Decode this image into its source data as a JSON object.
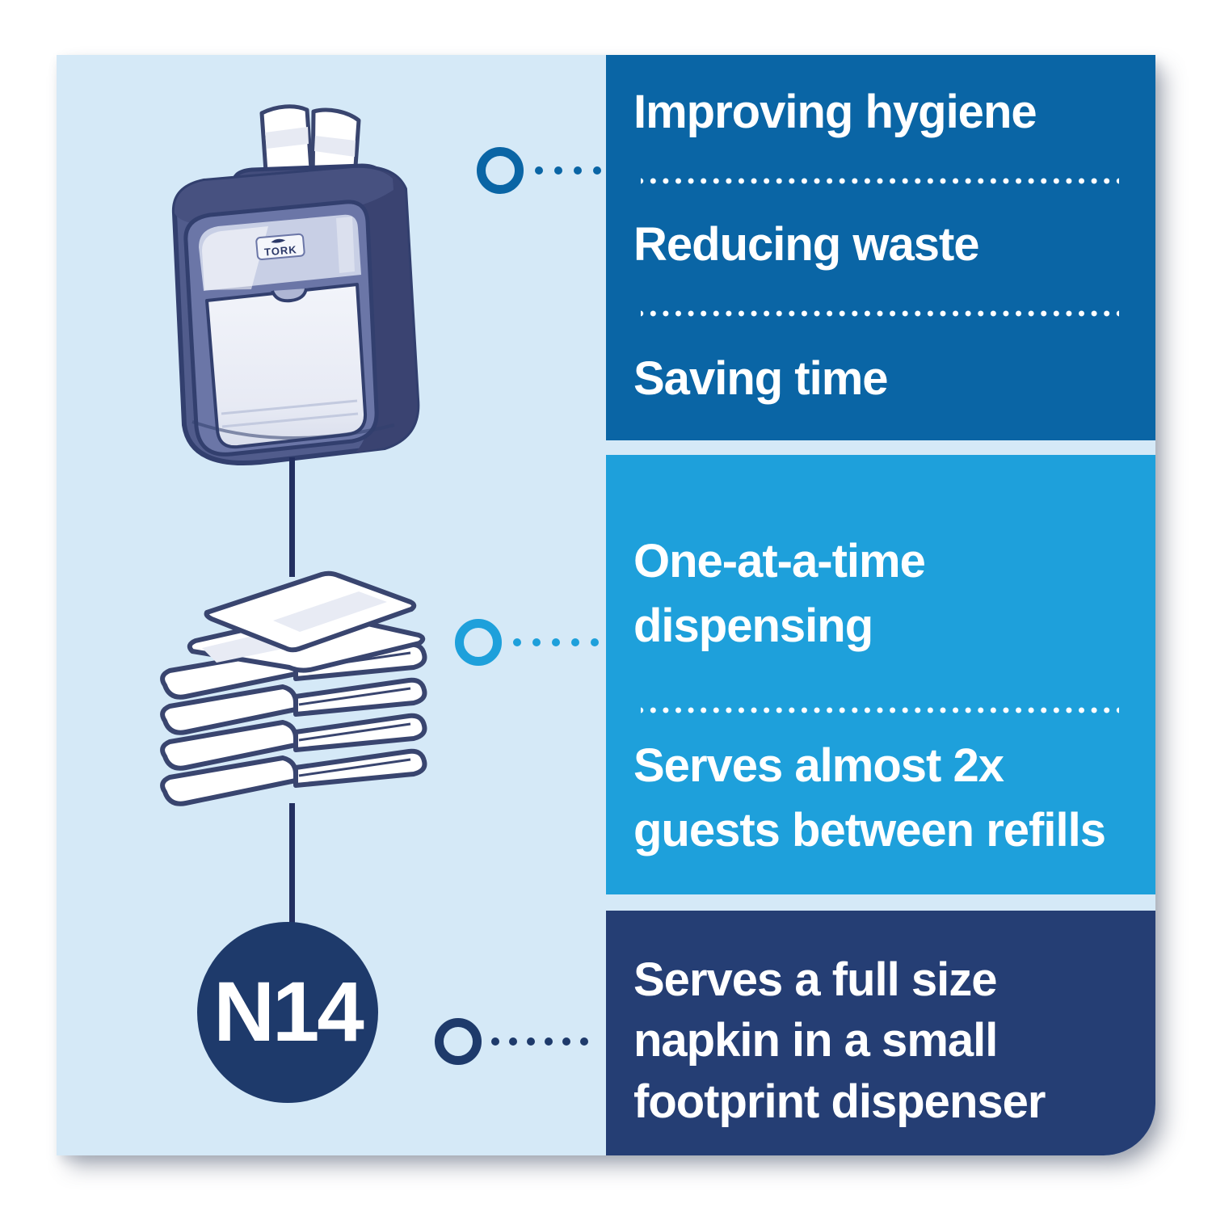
{
  "colors": {
    "page_background": "#FFFFFF",
    "card_background": "#D5E9F7",
    "panel_blue": "#0A65A5",
    "panel_cyan": "#1EA0DB",
    "panel_navy": "#253E74",
    "badge_navy": "#1E3A6B",
    "connector_line": "#232F60",
    "text_white": "#FFFFFF"
  },
  "diagram": {
    "badge_label": "N14",
    "dispenser_logo": "TORK",
    "panels": [
      {
        "name": "benefits",
        "lines": [
          "Improving hygiene",
          "Reducing waste",
          "Saving time"
        ]
      },
      {
        "name": "dispensing",
        "lines": [
          "One-at-a-time\ndispensing",
          "Serves almost 2x\nguests between refills"
        ]
      },
      {
        "name": "footprint",
        "lines": [
          "Serves a full size\nnapkin in a small\nfootprint dispenser"
        ]
      }
    ]
  }
}
